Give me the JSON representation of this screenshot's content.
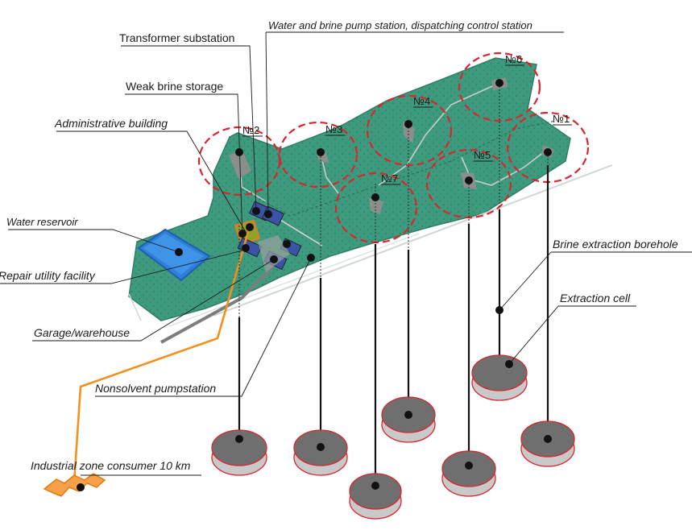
{
  "labels": {
    "transformer": "Transformer substation",
    "pump_station": "Water and brine pump station, dispatching control station",
    "weak_brine": "Weak brine storage",
    "admin": "Administrative building",
    "reservoir": "Water reservoir",
    "repair": "Repair utility facility",
    "garage": "Garage/warehouse",
    "nonsolvent": "Nonsolvent pumpstation",
    "industrial": "Industrial zone consumer 10 km",
    "borehole": "Brine extraction borehole",
    "cell": "Extraction cell"
  },
  "wells": [
    "№1",
    "№2",
    "№3",
    "№4",
    "№5",
    "№6",
    "№7"
  ],
  "colors": {
    "terrain": "#3e9a7e",
    "terrain_edge": "#2f7f66",
    "zone_ring": "#d8262c",
    "pipeline": "#f0921e",
    "reservoir": "#2f7fd8",
    "building": "#3a52a8",
    "cell_top": "#6f6f6f",
    "cell_rim": "#d8262c",
    "industrial": "#f6a04a"
  }
}
